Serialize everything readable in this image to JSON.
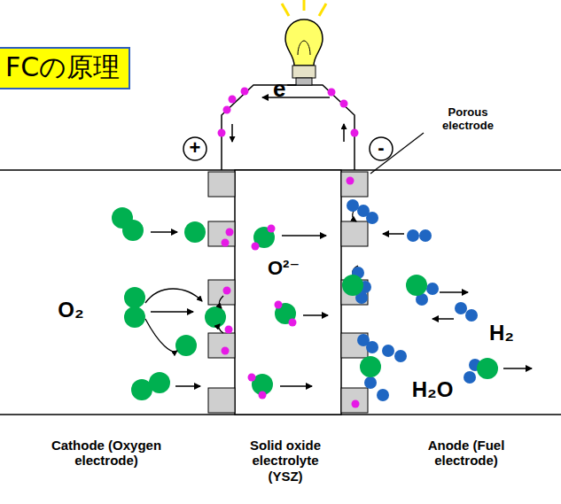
{
  "diagram": {
    "title": "FCの原理",
    "labels": [
      "e⁻",
      "+",
      "-",
      "Porous electrode",
      "O²⁻",
      "O₂",
      "H₂",
      "H₂O",
      "Cathode (Oxygen electrode)",
      "Solid oxide electrolyte (YSZ)",
      "Anode (Fuel electrode)"
    ]
  }
}
